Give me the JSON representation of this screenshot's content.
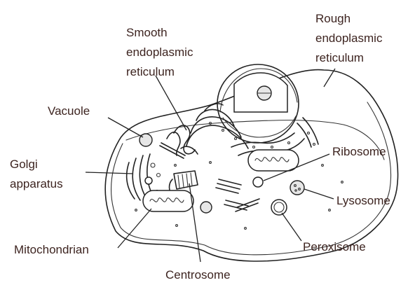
{
  "labels": {
    "smooth_er": [
      "Smooth",
      "endoplasmic",
      "reticulum"
    ],
    "rough_er": [
      "Rough",
      "endoplasmic",
      "reticulum"
    ],
    "vacuole": "Vacuole",
    "golgi": [
      "Golgi",
      "apparatus"
    ],
    "ribosome": "Ribosome",
    "lysosome": "Lysosome",
    "peroxisome": "Peroxisome",
    "mitochondrian": "Mitochondrian",
    "centrosome": "Centrosome"
  }
}
